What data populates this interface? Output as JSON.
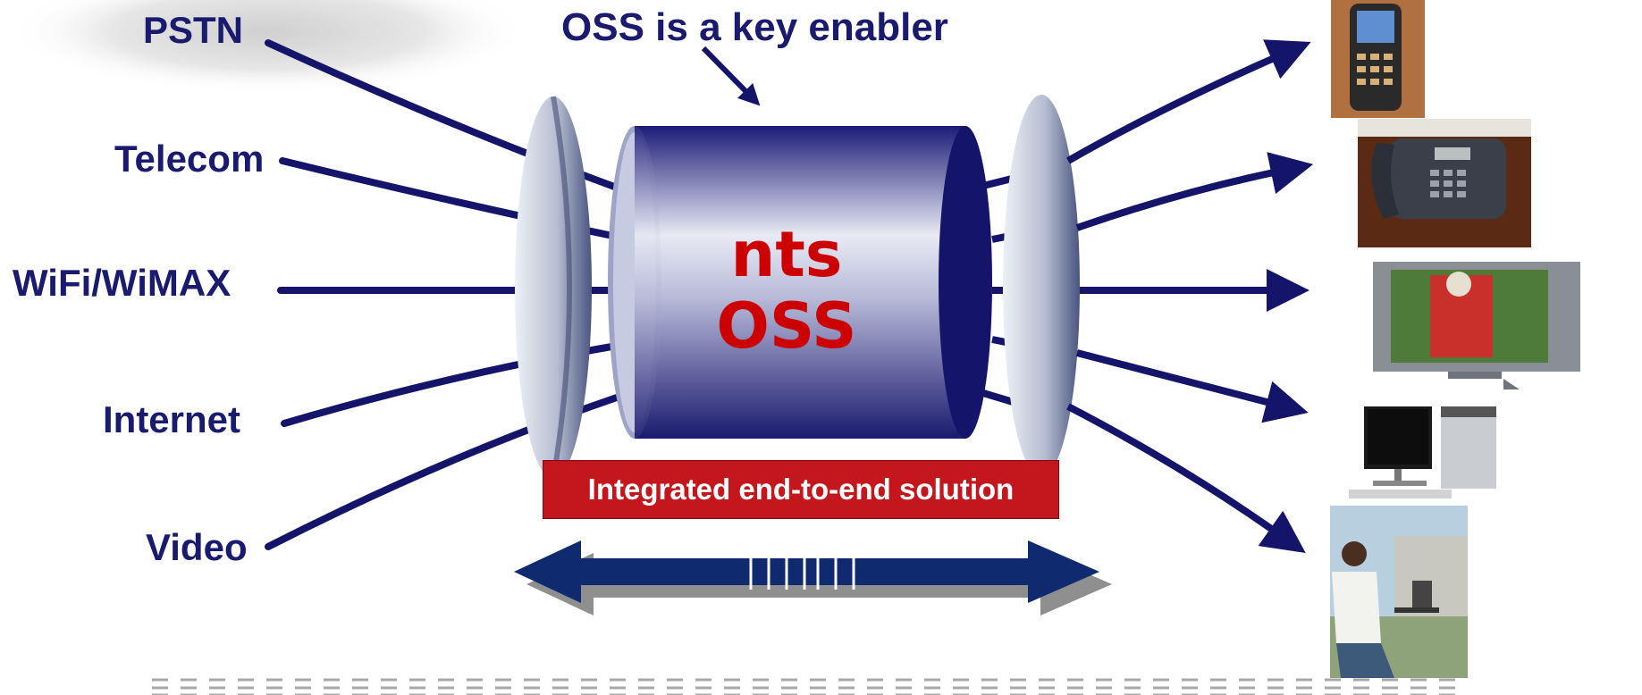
{
  "inputs": {
    "pstn": "PSTN",
    "telecom": "Telecom",
    "wifi": "WiFi/WiMAX",
    "internet": "Internet",
    "video": "Video"
  },
  "callout": "OSS is a key enabler",
  "core": {
    "line1": "nts",
    "line2": "OSS"
  },
  "banner": "Integrated end-to-end solution",
  "outputs": [
    "mobile-phone",
    "desk-phone",
    "television",
    "desktop-computer",
    "laptop-user"
  ],
  "colors": {
    "line": "#1a1a6e",
    "core_dark": "#14146b",
    "banner": "#c3161d",
    "core_text": "#cc0000"
  }
}
